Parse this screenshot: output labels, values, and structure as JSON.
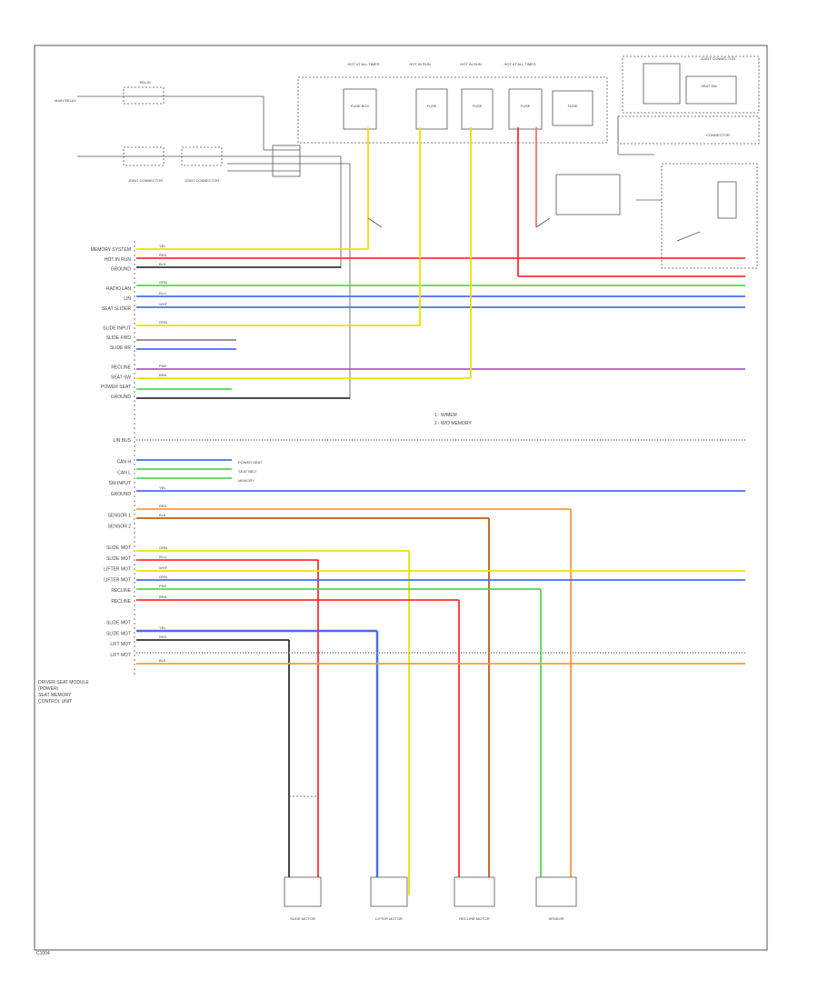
{
  "page": {
    "page_code": "C1004"
  },
  "colors": {
    "yellow": "#f0e000",
    "red": "#ff3030",
    "pink": "#ff7070",
    "green": "#50d850",
    "blue": "#4a6bff",
    "purple": "#a85cc8",
    "orange": "#ff9a40",
    "black": "#333333",
    "gray": "#888888",
    "dark_orange": "#c85a10"
  },
  "top_connectors": [
    "HOT AT ALL TIMES",
    "HOT IN RUN",
    "HOT IN RUN",
    "HOT AT ALL TIMES"
  ],
  "fuse_blocks": [
    "FUSE BOX",
    "FUSE",
    "FUSE",
    "FUSE",
    "FUSE"
  ],
  "left_components": [
    "MAIN RELAY",
    "RELAY",
    "JOINT CONNECTOR",
    "JOINT CONNECTOR"
  ],
  "module_pins_group1": [
    "MEMORY SYSTEM",
    "HOT IN RUN",
    "GROUND",
    "",
    "RADIO LAN",
    "LIN",
    "SEAT SLIDER",
    "",
    "SLIDE INPUT",
    "SLIDE FWD",
    "SLIDE RR",
    "",
    "RECLINE",
    "SEAT SW",
    "POWER SEAT",
    "GROUND"
  ],
  "module_pins_group2": [
    "LIN BUS",
    "",
    "CAN H",
    "CAN L",
    "SW INPUT",
    "GROUND",
    "",
    "SENSOR 1",
    "SENSOR 2",
    "",
    "SLIDE MOT",
    "SLIDE MOT",
    "LIFTER MOT",
    "LIFTER MOT",
    "RECLINE",
    "RECLINE",
    "",
    "SLIDE MOT",
    "SLIDE MOT",
    "LIFT MOT",
    "LIFT MOT"
  ],
  "module_caption": [
    "DRIVER SEAT MODULE",
    "(POWER)",
    "SEAT MEMORY",
    "CONTROL UNIT"
  ],
  "center_notes": [
    "1 : W/MEM",
    "2 : W/O MEMORY"
  ],
  "side_notes": [
    "POWER SEAT",
    "SEAT BELT",
    "MEMORY"
  ],
  "bottom_motors": [
    "SLIDE MOTOR",
    "LIFTER MOTOR",
    "RECLINE MOTOR",
    "SENSOR"
  ],
  "right_components": [
    "JOINT CONNECTOR",
    "SEAT SW",
    "CONNECTOR"
  ],
  "wire_codes": [
    "YEL",
    "RED",
    "BLK",
    "GRN",
    "BLU",
    "WHT",
    "ORN",
    "PNK",
    "BRN"
  ]
}
